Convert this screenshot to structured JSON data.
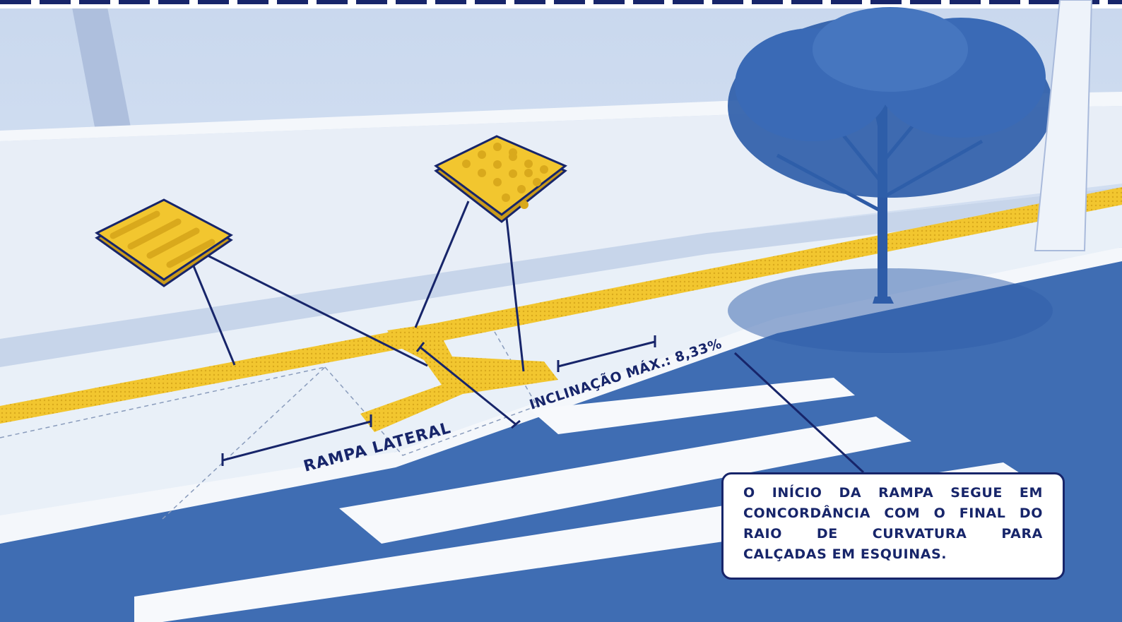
{
  "labels": {
    "rampa_lateral": "RAMPA LATERAL",
    "inclinacao": "INCLINAÇÃO MÁX.: 8,33%"
  },
  "note": {
    "text": "O INÍCIO DA RAMPA SEGUE EM CONCORDÂNCIA COM O FINAL DO RAIO DE CURVATURA PARA CALÇADAS EM ESQUINAS."
  },
  "colors": {
    "navy": "#17256a",
    "tactile_yellow": "#f2c62f",
    "road_blue": "#3f6db3",
    "sidewalk": "#e9f0f8"
  },
  "icons": {
    "directional_tile": "directional-tactile-tile-icon",
    "warning_tile": "warning-tactile-tile-icon",
    "tree": "tree-icon"
  }
}
